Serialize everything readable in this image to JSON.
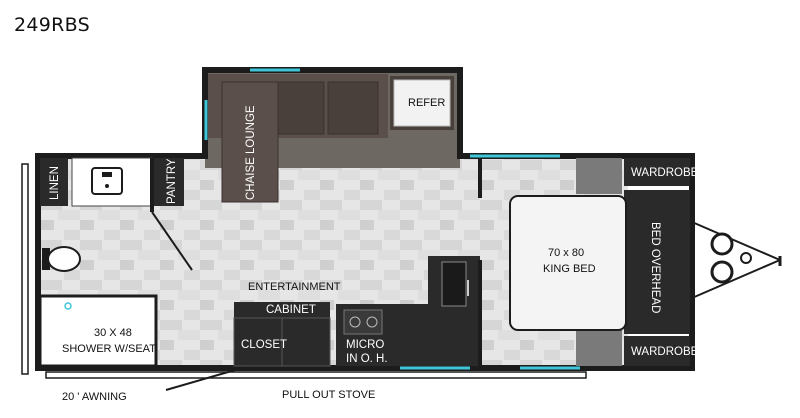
{
  "model": "249RBS",
  "labels": {
    "refer": "REFER",
    "chaise_lounge": "CHAISE LOUNGE",
    "linen": "LINEN",
    "pantry": "PANTRY",
    "wardrobe_top": "WARDROBE",
    "wardrobe_bottom": "WARDROBE",
    "bed_overhead": "BED OVERHEAD",
    "king_bed_line1": "70 x 80",
    "king_bed_line2": "KING BED",
    "entertainment_line1": "ENTERTAINMENT",
    "entertainment_line2": "CABINET",
    "closet": "CLOSET",
    "micro_line1": "MICRO",
    "micro_line2": "IN O. H.",
    "shower_line1": "30 X 48",
    "shower_line2": "SHOWER W/SEAT",
    "awning": "20 ' AWNING",
    "pull_out_stove": "PULL OUT STOVE"
  },
  "colors": {
    "wall": "#1c1c1c",
    "floor_light": "#e4e4e4",
    "floor_mid": "#d2d2d2",
    "sofa": "#5a4f4a",
    "sofa_cushion": "#4a403b",
    "slide_floor": "#6e6863",
    "cabinet_dark": "#2a2a2a",
    "bed": "#f4f4f4",
    "accent_window": "#3ec6d8"
  }
}
